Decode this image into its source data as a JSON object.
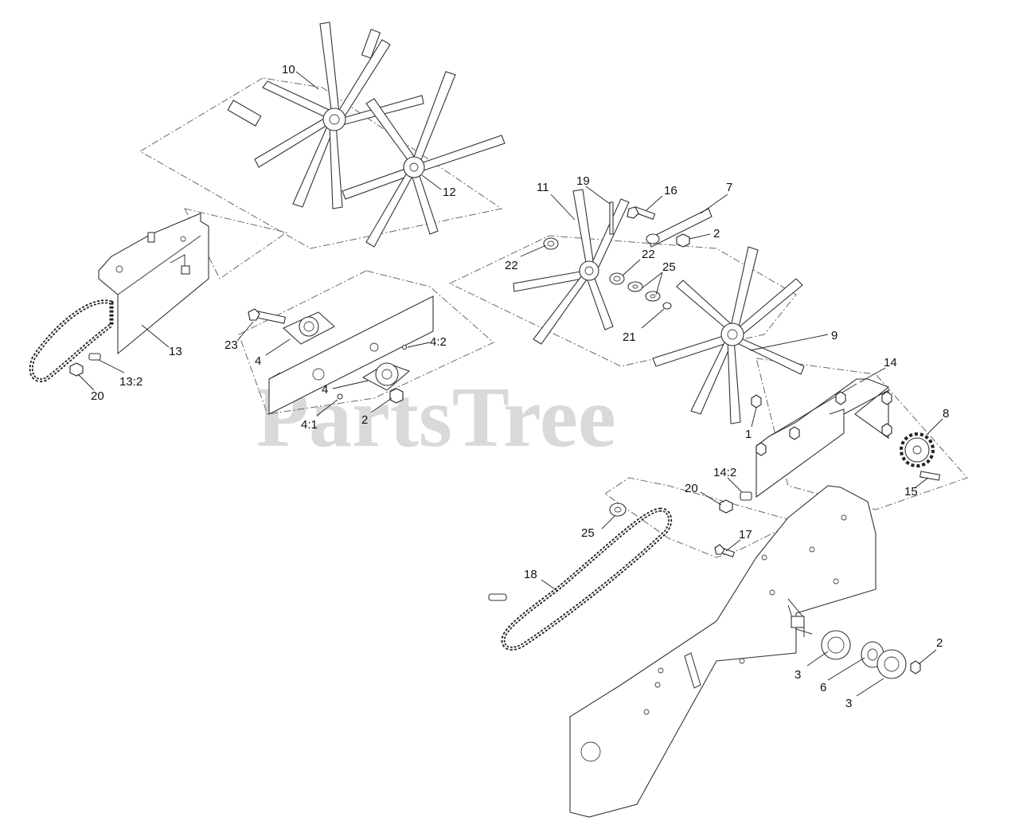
{
  "watermark": "PartsTree",
  "callouts": [
    {
      "id": "c10",
      "text": "10"
    },
    {
      "id": "c12",
      "text": "12"
    },
    {
      "id": "c11",
      "text": "11"
    },
    {
      "id": "c19",
      "text": "19"
    },
    {
      "id": "c16",
      "text": "16"
    },
    {
      "id": "c7",
      "text": "7"
    },
    {
      "id": "c2a",
      "text": "2"
    },
    {
      "id": "c22a",
      "text": "22"
    },
    {
      "id": "c22b",
      "text": "22"
    },
    {
      "id": "c25a",
      "text": "25"
    },
    {
      "id": "c21",
      "text": "21"
    },
    {
      "id": "c9",
      "text": "9"
    },
    {
      "id": "c13",
      "text": "13"
    },
    {
      "id": "c13_2",
      "text": "13:2"
    },
    {
      "id": "c20a",
      "text": "20"
    },
    {
      "id": "c23",
      "text": "23"
    },
    {
      "id": "c4a",
      "text": "4"
    },
    {
      "id": "c4_2",
      "text": "4:2"
    },
    {
      "id": "c4b",
      "text": "4"
    },
    {
      "id": "c4_1",
      "text": "4:1"
    },
    {
      "id": "c2b",
      "text": "2"
    },
    {
      "id": "c14",
      "text": "14"
    },
    {
      "id": "c8",
      "text": "8"
    },
    {
      "id": "c1",
      "text": "1"
    },
    {
      "id": "c14_2",
      "text": "14:2"
    },
    {
      "id": "c20b",
      "text": "20"
    },
    {
      "id": "c15",
      "text": "15"
    },
    {
      "id": "c25b",
      "text": "25"
    },
    {
      "id": "c17",
      "text": "17"
    },
    {
      "id": "c18",
      "text": "18"
    },
    {
      "id": "c2c",
      "text": "2"
    },
    {
      "id": "c3a",
      "text": "3"
    },
    {
      "id": "c6",
      "text": "6"
    },
    {
      "id": "c3b",
      "text": "3"
    }
  ]
}
